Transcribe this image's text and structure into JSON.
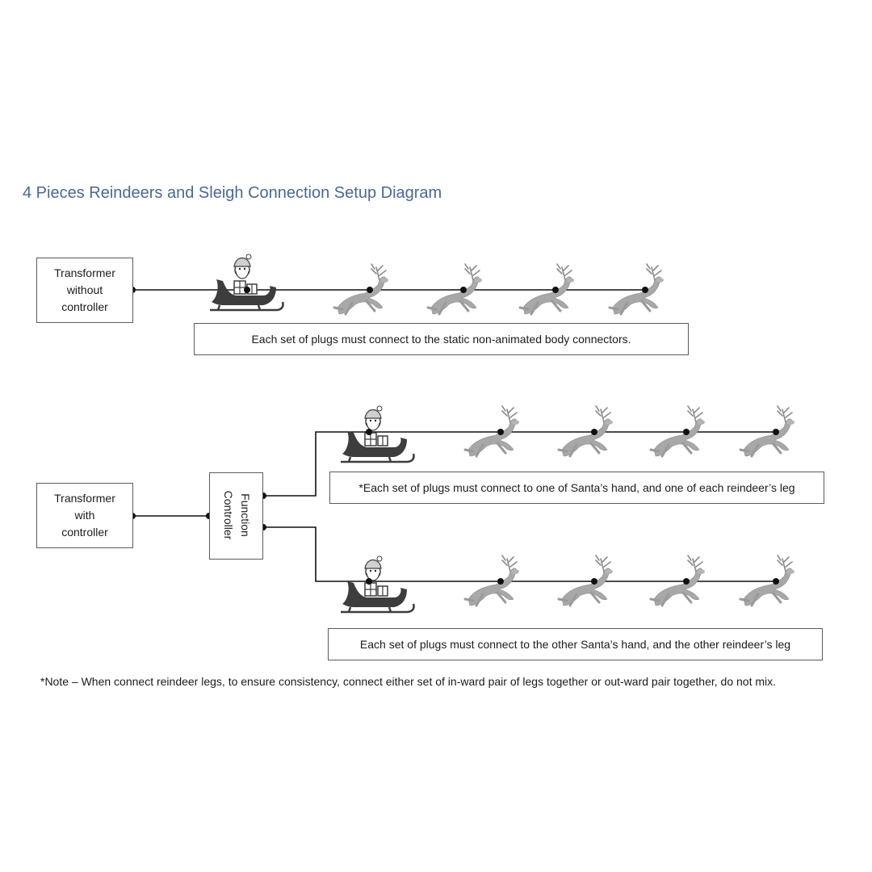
{
  "title": "4 Pieces Reindeers and Sleigh Connection Setup Diagram",
  "transformer_no_ctrl": [
    "Transformer",
    "without",
    "controller"
  ],
  "transformer_ctrl": [
    "Transformer",
    "with",
    "controller"
  ],
  "function_controller": [
    "Function",
    "Controller"
  ],
  "caption_static": "Each set of plugs must connect to the static non-animated body connectors.",
  "caption_one_hand": "*Each set of plugs must connect to one of Santa’s hand, and one of each reindeer’s leg",
  "caption_other_hand": "Each set of plugs must connect to the other Santa’s hand, and the other reindeer’s leg",
  "note": "*Note – When connect reindeer legs, to ensure consistency, connect either set of in-ward pair of legs together or out-ward pair together, do not mix.",
  "colors": {
    "title": "#4a6896",
    "line": "#111111",
    "reindeer": "#a8a8a8",
    "sleigh": "#3c3c3c"
  },
  "icons": [
    "santa-sleigh-icon",
    "reindeer-icon",
    "connector-dot-icon"
  ]
}
